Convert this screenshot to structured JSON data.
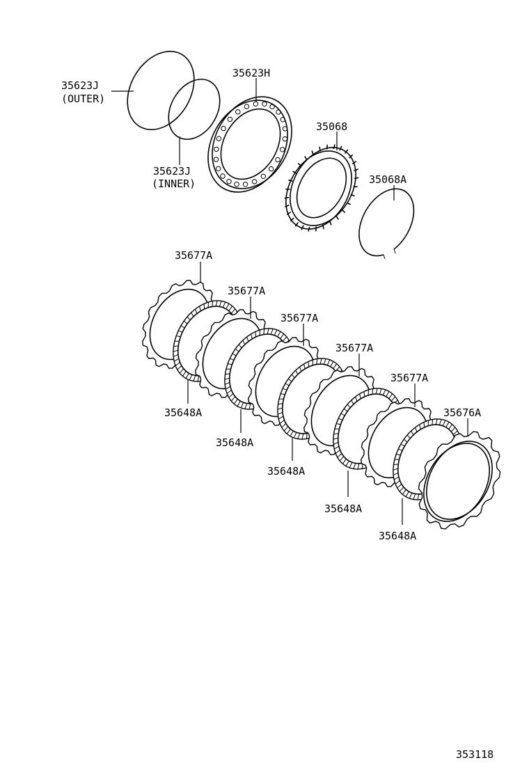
{
  "labels": {
    "outer_ring_part": "35623J",
    "outer_ring_note": "(OUTER)",
    "inner_ring_part": "35623J",
    "inner_ring_note": "(INNER)",
    "clutch_hub": "35623H",
    "one_way_clutch": "35068",
    "snap_ring": "35068A",
    "flange_plate_1": "35677A",
    "flange_plate_2": "35677A",
    "flange_plate_3": "35677A",
    "flange_plate_4": "35677A",
    "flange_plate_5": "35677A",
    "end_plate": "35676A",
    "disc_1": "35648A",
    "disc_2": "35648A",
    "disc_3": "35648A",
    "disc_4": "35648A",
    "disc_5": "35648A"
  },
  "figure_number": "353118"
}
